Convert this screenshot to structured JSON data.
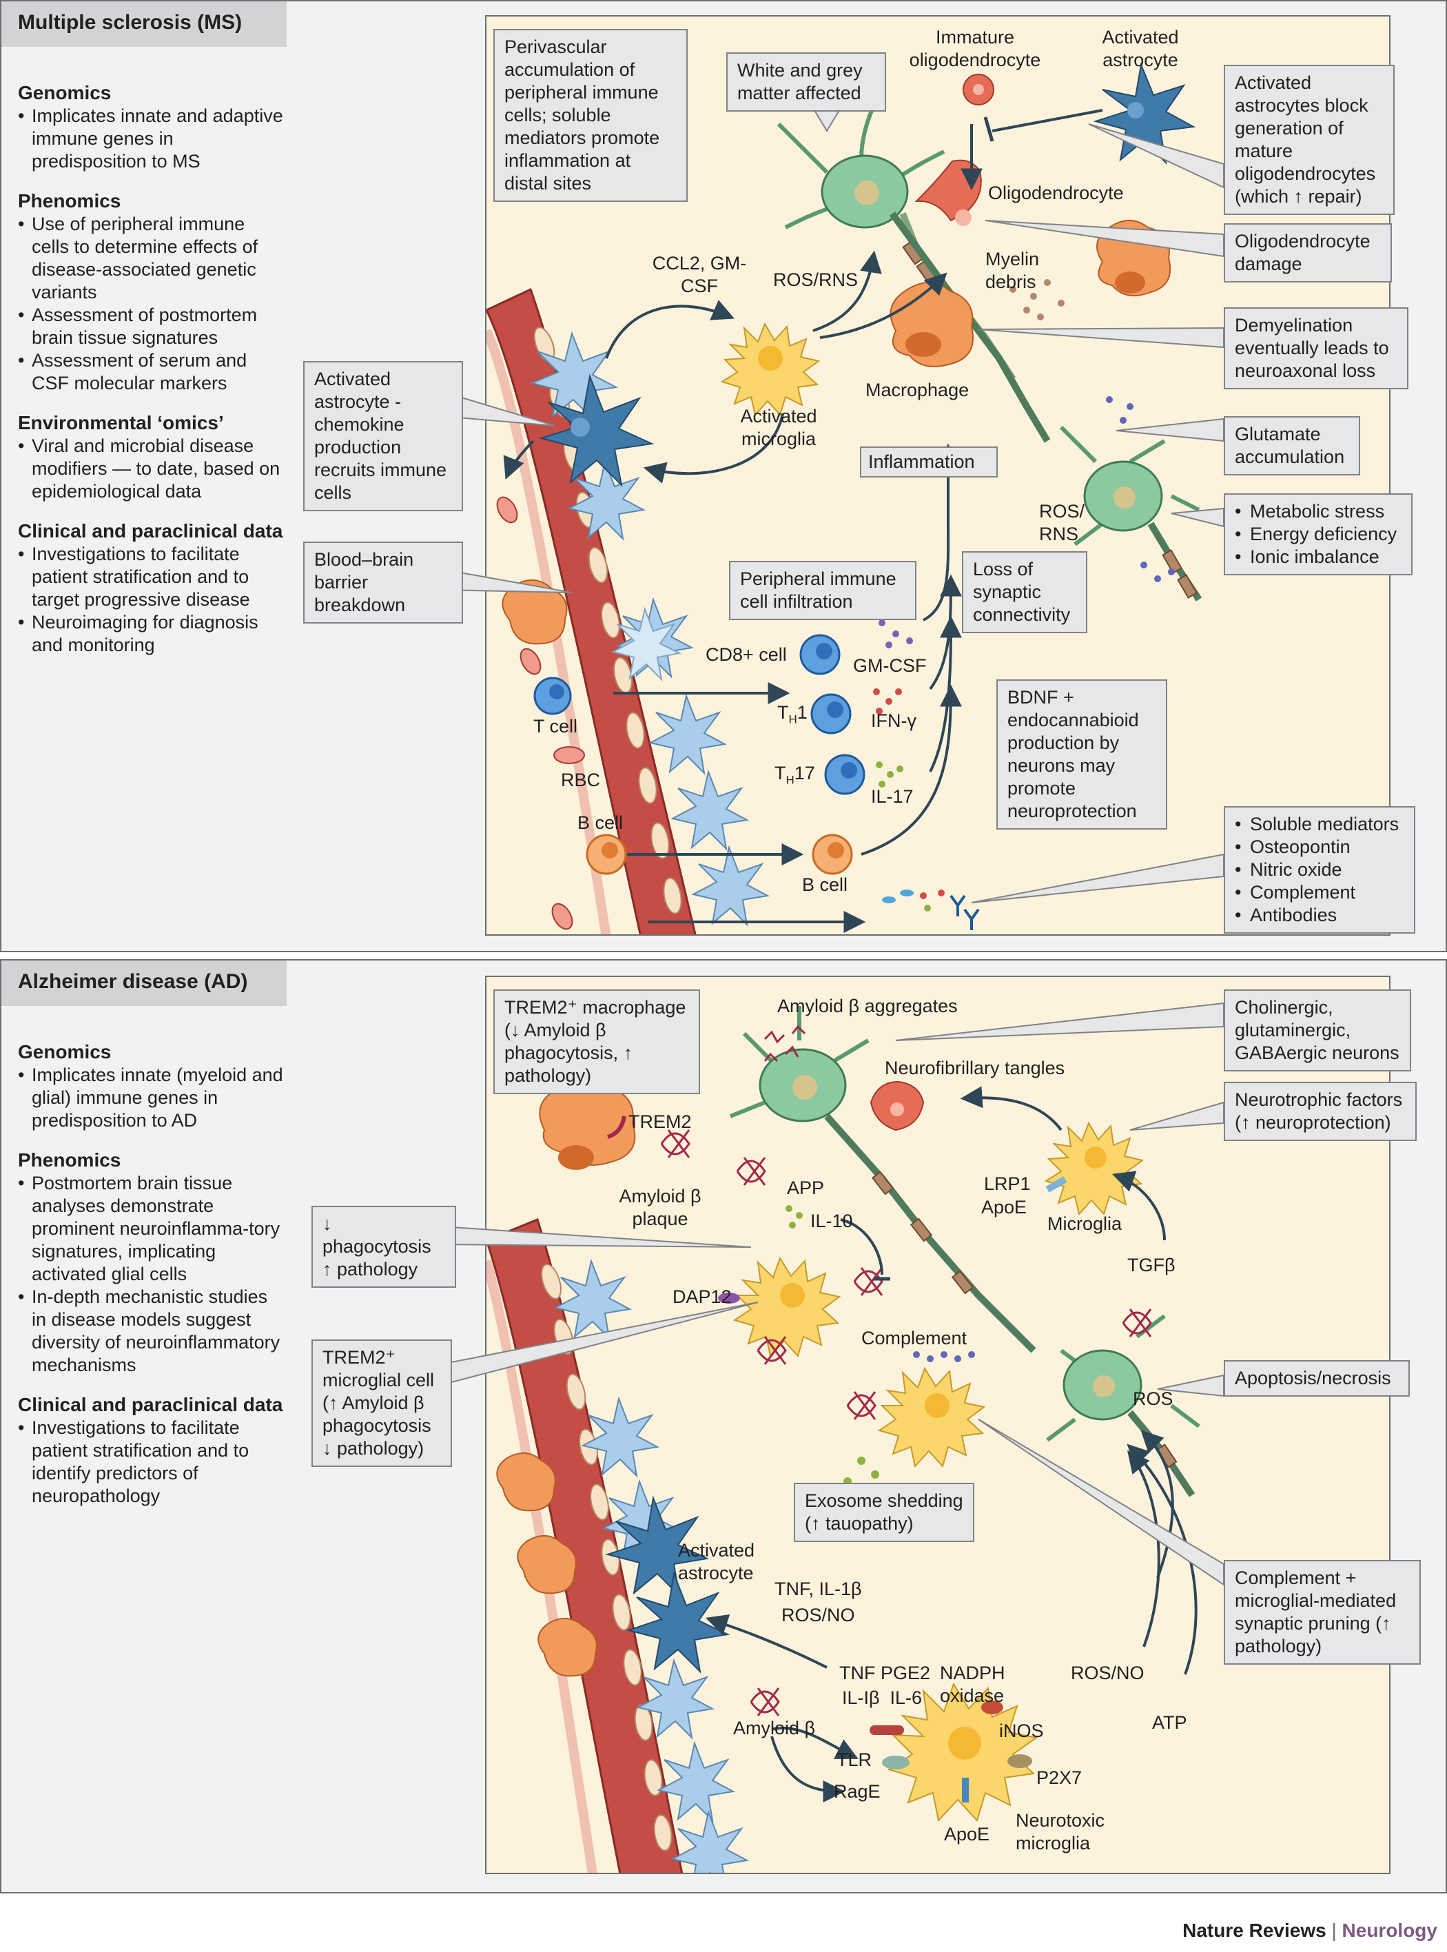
{
  "ms": {
    "title": "Multiple sclerosis (MS)",
    "sections": [
      {
        "heading": "Genomics",
        "items": [
          "Implicates innate and adaptive immune genes in predisposition to MS"
        ]
      },
      {
        "heading": "Phenomics",
        "items": [
          "Use of peripheral immune cells to determine effects of disease-associated genetic variants",
          "Assessment of postmortem brain tissue signatures",
          "Assessment of serum and CSF molecular markers"
        ]
      },
      {
        "heading": "Environmental ‘omics’",
        "items": [
          "Viral and microbial disease modifiers — to date, based on epidemiological data"
        ]
      },
      {
        "heading": "Clinical and paraclinical data",
        "items": [
          "Investigations to facilitate patient stratification and to target progressive disease",
          "Neuroimaging for diagnosis and monitoring"
        ]
      }
    ],
    "boxes": {
      "perivascular": "Perivascular accumulation of peripheral immune cells; soluble mediators promote inflammation at distal sites",
      "white_grey": "White and grey matter affected",
      "activated_astro_block": "Activated astrocytes block generation of mature oligodendrocytes (which ↑ repair)",
      "oligo_damage": "Oligodendrocyte damage",
      "demyelination": "Demyelination eventually leads to neuroaxonal loss",
      "astro_chemokine": "Activated astrocyte - chemokine production recruits immune cells",
      "glutamate": "Glutamate accumulation",
      "inflammation": "Inflammation",
      "bbb": "Blood–brain barrier breakdown",
      "peripheral_infiltration": "Peripheral immune cell infiltration",
      "synaptic_loss": "Loss of synaptic connectivity",
      "metabolic": [
        "Metabolic stress",
        "Energy deficiency",
        "Ionic imbalance"
      ],
      "bdnf": "BDNF + endocannabioid production by neurons may promote neuroprotection",
      "soluble": [
        "Soluble mediators",
        "Osteopontin",
        "Nitric oxide",
        "Complement",
        "Antibodies"
      ]
    },
    "labels": {
      "immature_oligo": "Immature oligodendrocyte",
      "activated_astrocyte": "Activated astrocyte",
      "oligodendrocyte": "Oligodendrocyte",
      "myelin_debris": "Myelin debris",
      "ccl2": "CCL2, GM-CSF",
      "ros_rns": "ROS/RNS",
      "activated_microglia": "Activated microglia",
      "macrophage": "Macrophage",
      "ros_rns_2": "ROS/ RNS",
      "cd8": "CD8+ cell",
      "gmcsf": "GM-CSF",
      "tcell": "T cell",
      "th1_t": "T",
      "th1_sub": "H",
      "th1_n": "1",
      "ifng": "IFN-γ",
      "rbc": "RBC",
      "th17_t": "T",
      "th17_sub": "H",
      "th17_n": "17",
      "il17": "IL-17",
      "bcell": "B cell",
      "bcell2": "B cell"
    }
  },
  "ad": {
    "title": "Alzheimer disease (AD)",
    "sections": [
      {
        "heading": "Genomics",
        "items": [
          "Implicates innate (myeloid and glial) immune genes in predisposition to AD"
        ]
      },
      {
        "heading": "Phenomics",
        "items": [
          "Postmortem brain tissue analyses demonstrate prominent neuroinflamma-tory signatures, implicating activated glial cells",
          "In-depth mechanistic studies in disease models suggest diversity of neuroinflammatory mechanisms"
        ]
      },
      {
        "heading": "Clinical and paraclinical data",
        "items": [
          "Investigations to facilitate patient stratification and to identify predictors of neuropathology"
        ]
      }
    ],
    "boxes": {
      "trem2_macrophage": "TREM2⁺ macrophage (↓ Amyloid β phagocytosis, ↑ pathology)",
      "cholinergic": "Cholinergic, glutaminergic, GABAergic neurons",
      "neurotrophic": "Neurotrophic factors (↑ neuroprotection)",
      "phagocytosis": "↓ phagocytosis ↑ pathology",
      "trem2_microglial": "TREM2⁺ microglial cell (↑ Amyloid β phagocytosis ↓ pathology)",
      "apoptosis": "Apoptosis/necrosis",
      "exosome": "Exosome shedding (↑ tauopathy)",
      "complement_pruning": "Complement + microglial-mediated synaptic pruning (↑ pathology)"
    },
    "labels": {
      "amyloid_aggregates": "Amyloid β aggregates",
      "nft": "Neurofibrillary tangles",
      "trem2": "TREM2",
      "amyloid_plaque": "Amyloid β plaque",
      "app": "APP",
      "il10": "IL-10",
      "lrp1": "LRP1",
      "apoe": "ApoE",
      "microglia": "Microglia",
      "tgfb": "TGFβ",
      "dap12": "DAP12",
      "complement": "Complement",
      "ros": "ROS",
      "activated_astrocyte": "Activated astrocyte",
      "tnf_il1b": "TNF, IL-1β",
      "ros_no": "ROS/NO",
      "tnf_pge2": "TNF PGE2",
      "il1b_il6": "IL-Iβ  IL-6",
      "nadph": "NADPH oxidase",
      "ros_no_2": "ROS/NO",
      "atp": "ATP",
      "amyloid_b": "Amyloid β",
      "inos": "iNOS",
      "tlr": "TLR",
      "rage": "RagE",
      "p2x7": "P2X7",
      "apoe2": "ApoE",
      "neurotoxic": "Neurotoxic microglia"
    }
  },
  "footer": {
    "journal": "Nature Reviews",
    "separator": "|",
    "subjournal": "Neurology"
  },
  "colors": {
    "canvas": "#fdf3dd",
    "vessel": "#b7413a",
    "neuron_green": "#8dc9a0",
    "microglia_yellow": "#fbd66a",
    "astrocyte_blue": "#3f7aa8",
    "oligo_red": "#e5624e",
    "macrophage_orange": "#f29a5b",
    "tcell_blue": "#2f6fb9",
    "amyloid": "#a3284a"
  }
}
